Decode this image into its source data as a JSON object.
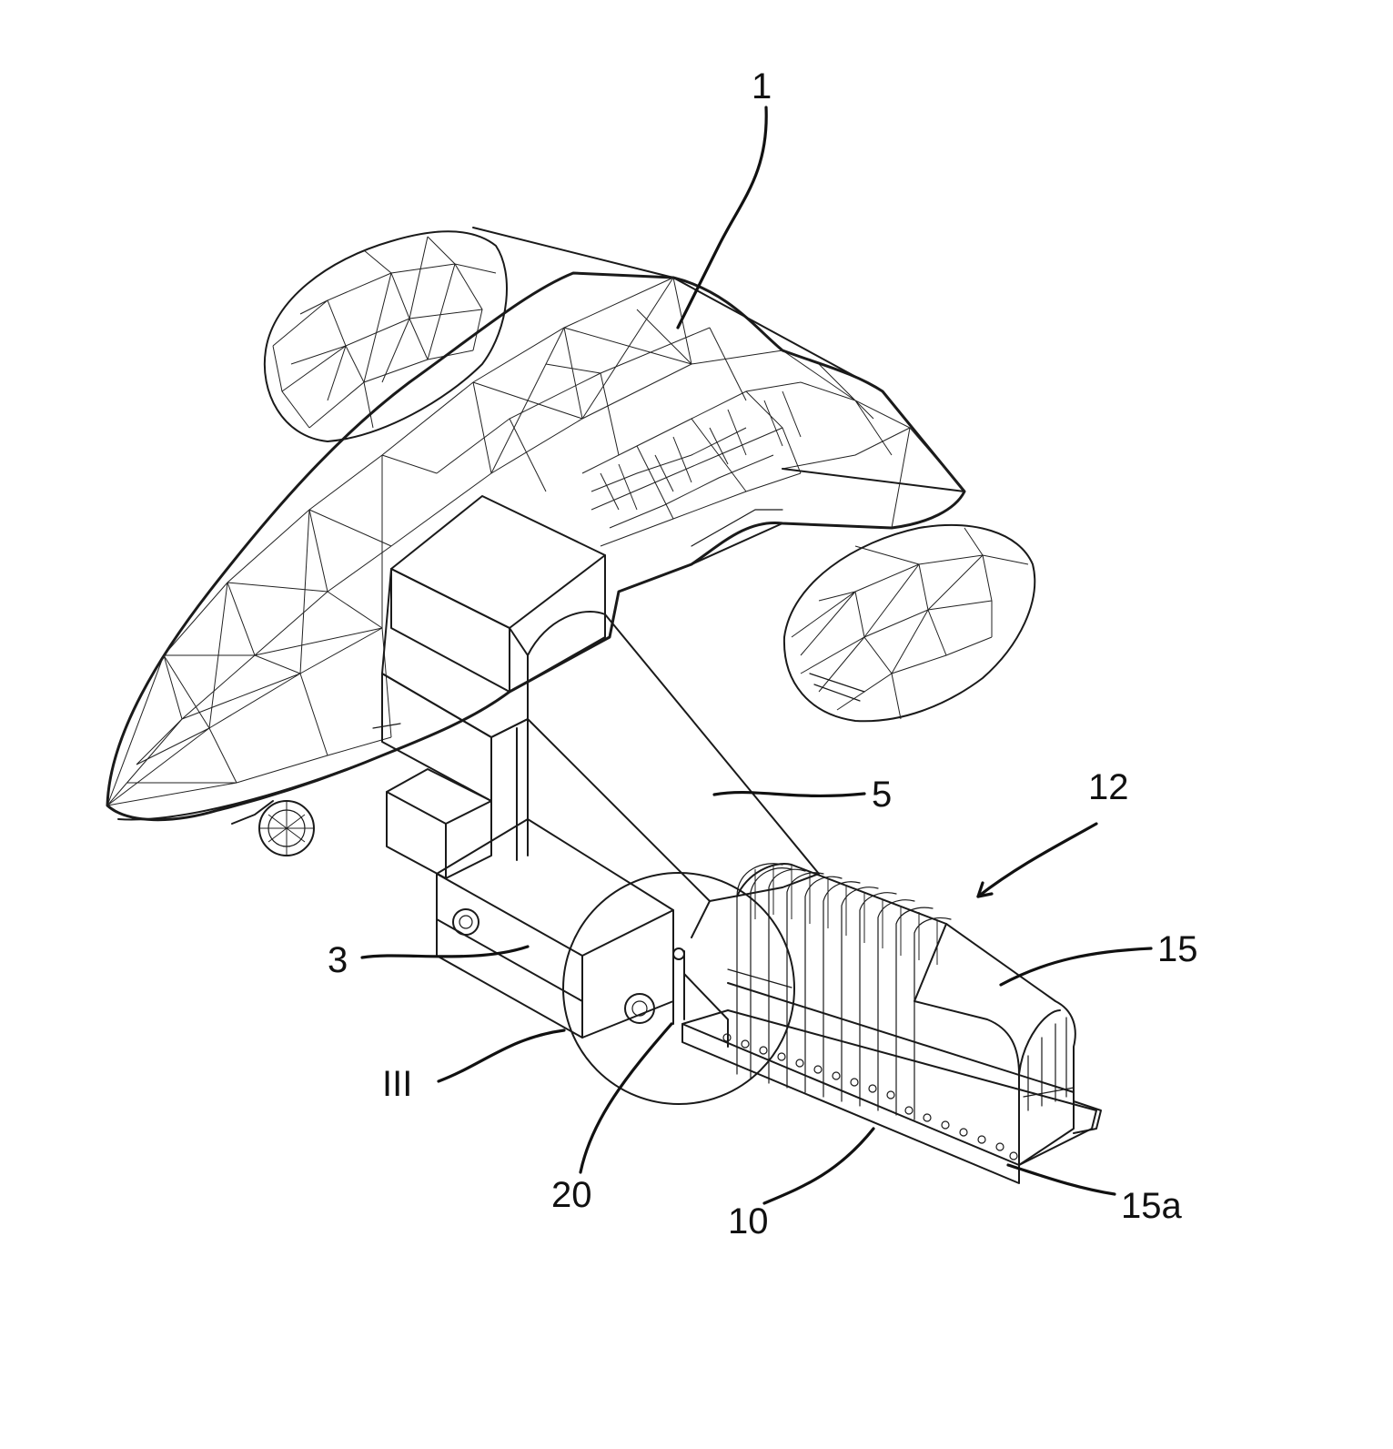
{
  "labels": {
    "l1": "1",
    "l3": "3",
    "l5": "5",
    "l10": "10",
    "l12": "12",
    "l15": "15",
    "l15a": "15a",
    "l20": "20",
    "lIII": "III"
  }
}
